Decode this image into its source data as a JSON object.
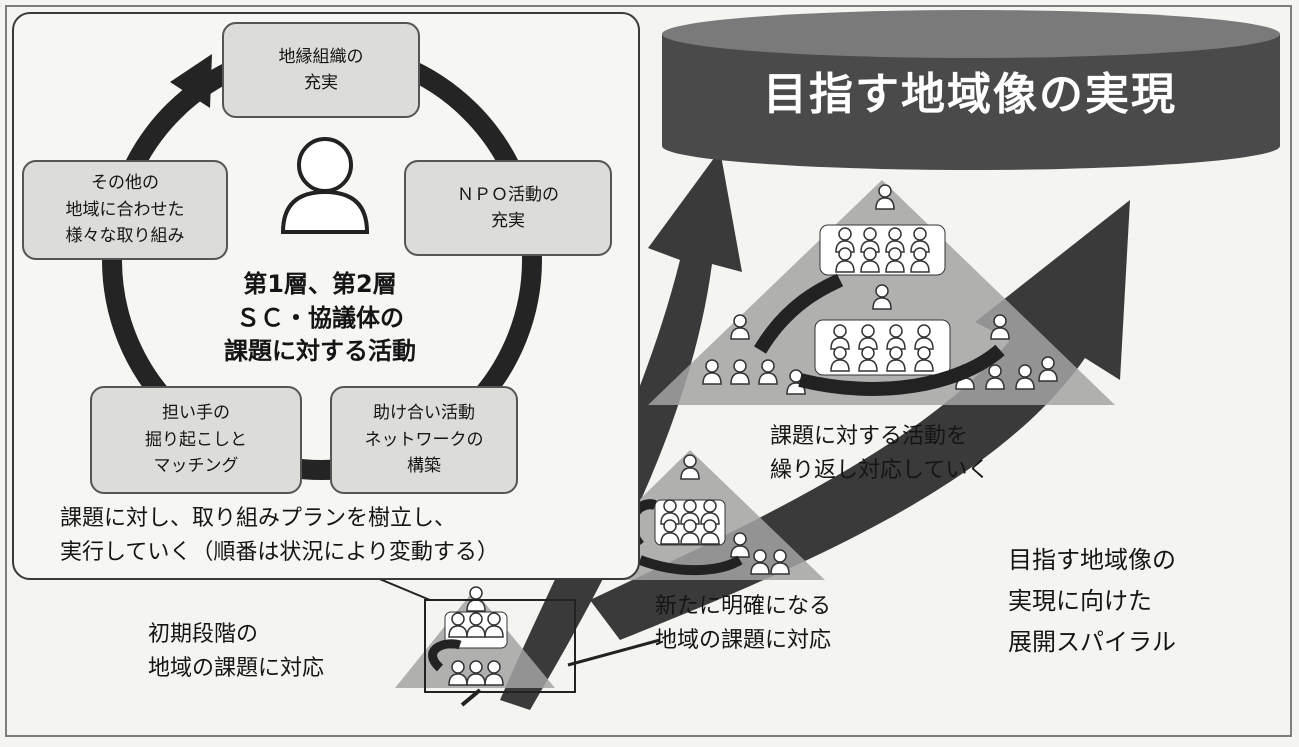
{
  "cycle": {
    "boxes": {
      "top": "地縁組織の\n充実",
      "right": "ＮＰＯ活動の\n充実",
      "bottom_right": "助け合い活動\nネットワークの\n構築",
      "bottom_left": "担い手の\n掘り起こしと\nマッチング",
      "left": "その他の\n地域に合わせた\n様々な取り組み"
    },
    "center_text": "第1層、第2層\nＳＣ・協議体の\n課題に対する活動",
    "plan_text": "課題に対し、取り組みプランを樹立し、\n実行していく（順番は状況により変動する）"
  },
  "goal_title": "目指す地域像の実現",
  "labels": {
    "initial_stage": "初期段階の\n地域の課題に対応",
    "new_issues": "新たに明確になる\n地域の課題に対応",
    "repeat": "課題に対する活動を\n繰り返し対応していく",
    "spiral": "目指す地域像の\n実現に向けた\n展開スパイラル"
  },
  "colors": {
    "arrow": "#2b2b2b",
    "box_fill": "#dcdcd8",
    "dome": "#4a4a4a",
    "triangle": "#9d9d9d"
  }
}
